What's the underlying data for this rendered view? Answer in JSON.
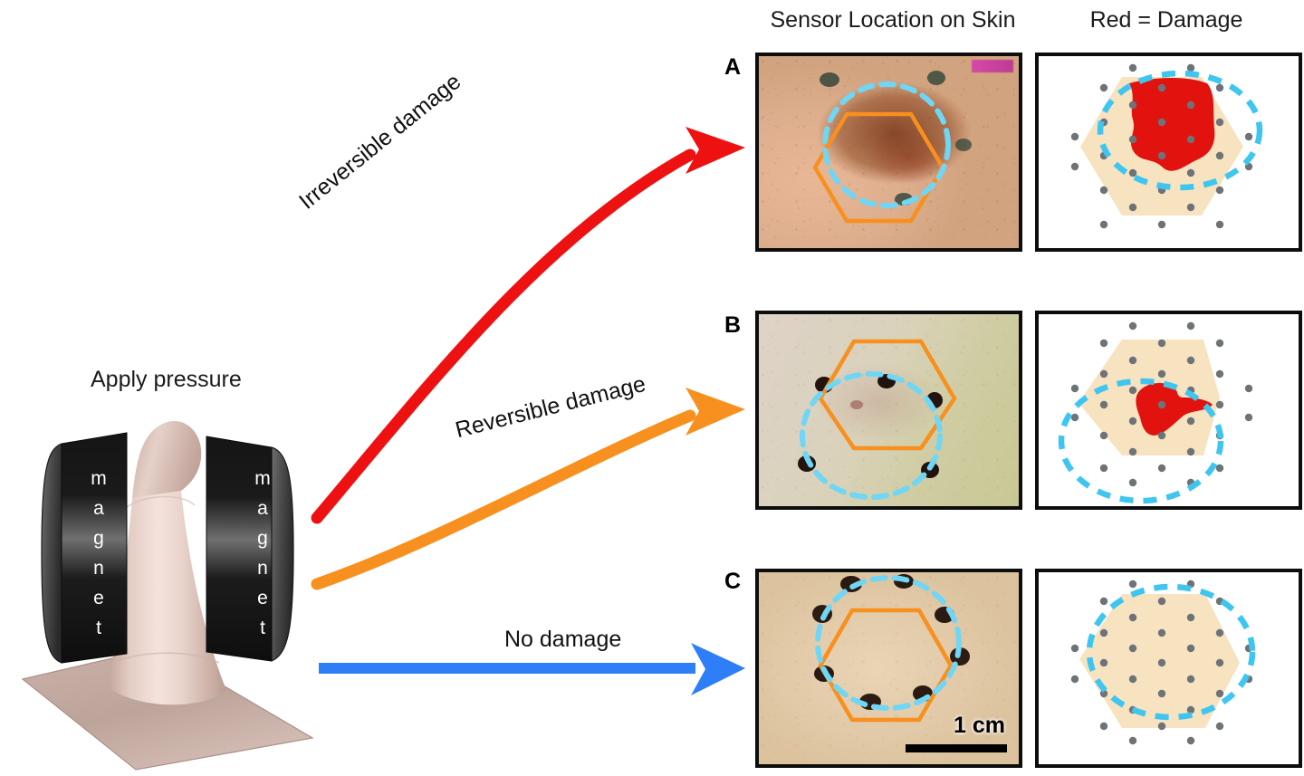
{
  "figure": {
    "column_headers": {
      "sensor": "Sensor Location on Skin",
      "damage": "Red = Damage"
    },
    "apparatus": {
      "label": "Apply pressure",
      "magnet_left_text": "magnet",
      "magnet_right_text": "magnet",
      "magnet_letters": [
        "m",
        "a",
        "g",
        "n",
        "e",
        "t"
      ]
    },
    "arrows": [
      {
        "name": "irreversible",
        "label": "Irreversible damage",
        "color": "#ee1111",
        "target_panel": "A"
      },
      {
        "name": "reversible",
        "label": "Reversible damage",
        "color": "#f7901e",
        "target_panel": "B"
      },
      {
        "name": "no-damage",
        "label": "No damage",
        "color": "#2d7ef7",
        "target_panel": "C"
      }
    ],
    "panels": [
      {
        "letter": "A",
        "outcome": "Irreversible damage",
        "photo": {
          "skin_tone": "tan-brown bruised",
          "has_pink_marker": true,
          "has_scale_bar": false
        },
        "schematic": {
          "hexagon_color": "#f7e3c0",
          "circle_color": "#3fc6f0",
          "dot_color": "#6e7378",
          "damage_color": "#e2120f",
          "damage_present": true,
          "damage_description": "large irregular red region covering upper hexagon"
        }
      },
      {
        "letter": "B",
        "outcome": "Reversible damage",
        "photo": {
          "skin_tone": "pale grey-green",
          "has_pink_marker": false,
          "has_scale_bar": false
        },
        "schematic": {
          "hexagon_color": "#f7e3c0",
          "circle_color": "#3fc6f0",
          "dot_color": "#6e7378",
          "damage_color": "#e2120f",
          "damage_present": true,
          "damage_description": "small irregular red region near hexagon centre"
        }
      },
      {
        "letter": "C",
        "outcome": "No damage",
        "photo": {
          "skin_tone": "light tan",
          "has_pink_marker": false,
          "has_scale_bar": true
        },
        "schematic": {
          "hexagon_color": "#f7e3c0",
          "circle_color": "#3fc6f0",
          "dot_color": "#6e7378",
          "damage_color": "#e2120f",
          "damage_present": false,
          "damage_description": "no red region"
        }
      }
    ],
    "scale_bar": {
      "label": "1 cm"
    },
    "colors": {
      "red": "#ee1111",
      "orange": "#f7901e",
      "blue": "#2d7ef7",
      "cyan_dashed": "#3fc6f0",
      "hexagon_tan": "#f7e3c0",
      "damage_red": "#e2120f",
      "dot_grey": "#6e7378",
      "frame_black": "#0d0d0d"
    }
  }
}
